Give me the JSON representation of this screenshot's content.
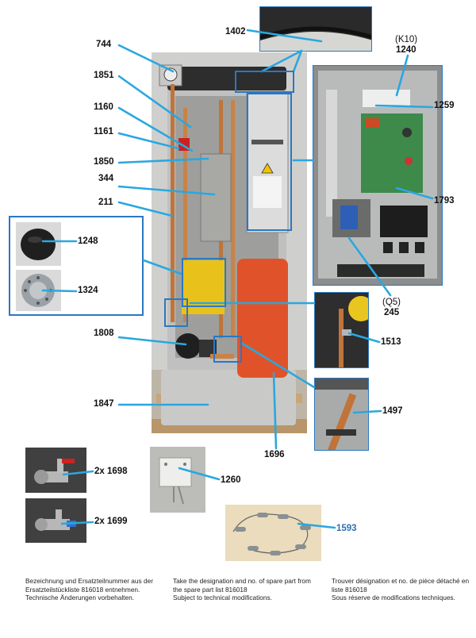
{
  "labels": {
    "l1402": "1402",
    "l744": "744",
    "lK10": "(K10)",
    "l1240": "1240",
    "l1851": "1851",
    "l1160": "1160",
    "l1259": "1259",
    "l1161": "1161",
    "l1850": "1850",
    "l344": "344",
    "l211": "211",
    "l1793": "1793",
    "l1248": "1248",
    "l1324": "1324",
    "lQ5": "(Q5)",
    "l245": "245",
    "l1808": "1808",
    "l1513": "1513",
    "l1847": "1847",
    "l1497": "1497",
    "l1696": "1696",
    "l1698": "2x 1698",
    "l1260": "1260",
    "l1699": "2x 1699",
    "l1593": "1593"
  },
  "footer": {
    "de": {
      "line1": "Bezeichnung und Ersatzteilnummer aus der",
      "line2": "Ersatzteilstückliste 816018 entnehmen.",
      "line3": "Technische Änderungen vorbehalten."
    },
    "en": {
      "line1": "Take the designation and no. of spare part from",
      "line2": "the spare part list 816018",
      "line3": "Subject to technical modifications."
    },
    "fr": {
      "line1": "Trouver désignation et no. de pièce détaché en",
      "line2": "liste 816018",
      "line3": "Sous réserve de modifications techniques."
    }
  },
  "colors": {
    "leader": "#2aa7df",
    "frame": "#2a78c2",
    "tank": "#c9c9c9",
    "expansion_vessel": "#e0532a",
    "copper": "#c0743a"
  },
  "icons": {
    "warning": "warning-triangle-icon"
  }
}
